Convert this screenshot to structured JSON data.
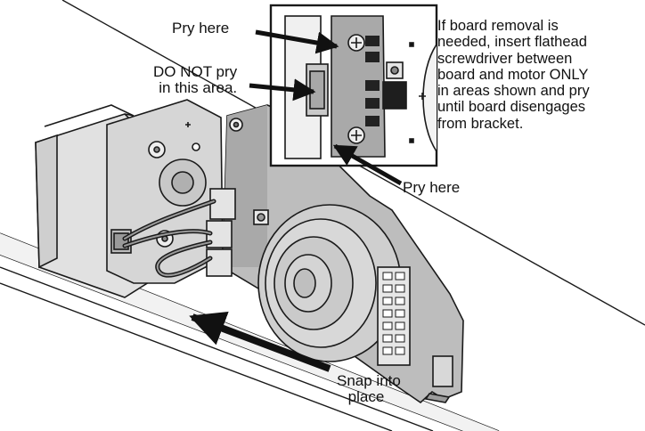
{
  "callouts": {
    "pry_here_top": "Pry here",
    "do_not_pry_line1": "DO NOT pry",
    "do_not_pry_line2": "in this area.",
    "pry_here_bottom": "Pry here",
    "snap_line1": "Snap into",
    "snap_line2": "place"
  },
  "instructions": {
    "lines": [
      "If board removal is",
      "needed, insert flathead",
      "screwdriver between",
      "board and motor ONLY",
      "in areas shown and pry",
      "until board disengages",
      "from bracket."
    ]
  },
  "colors": {
    "line": "#1a1a1a",
    "board": "#bdbdbd",
    "board_dark": "#8f8f8f",
    "motor": "#d9d9d9",
    "rail": "#ececec"
  }
}
